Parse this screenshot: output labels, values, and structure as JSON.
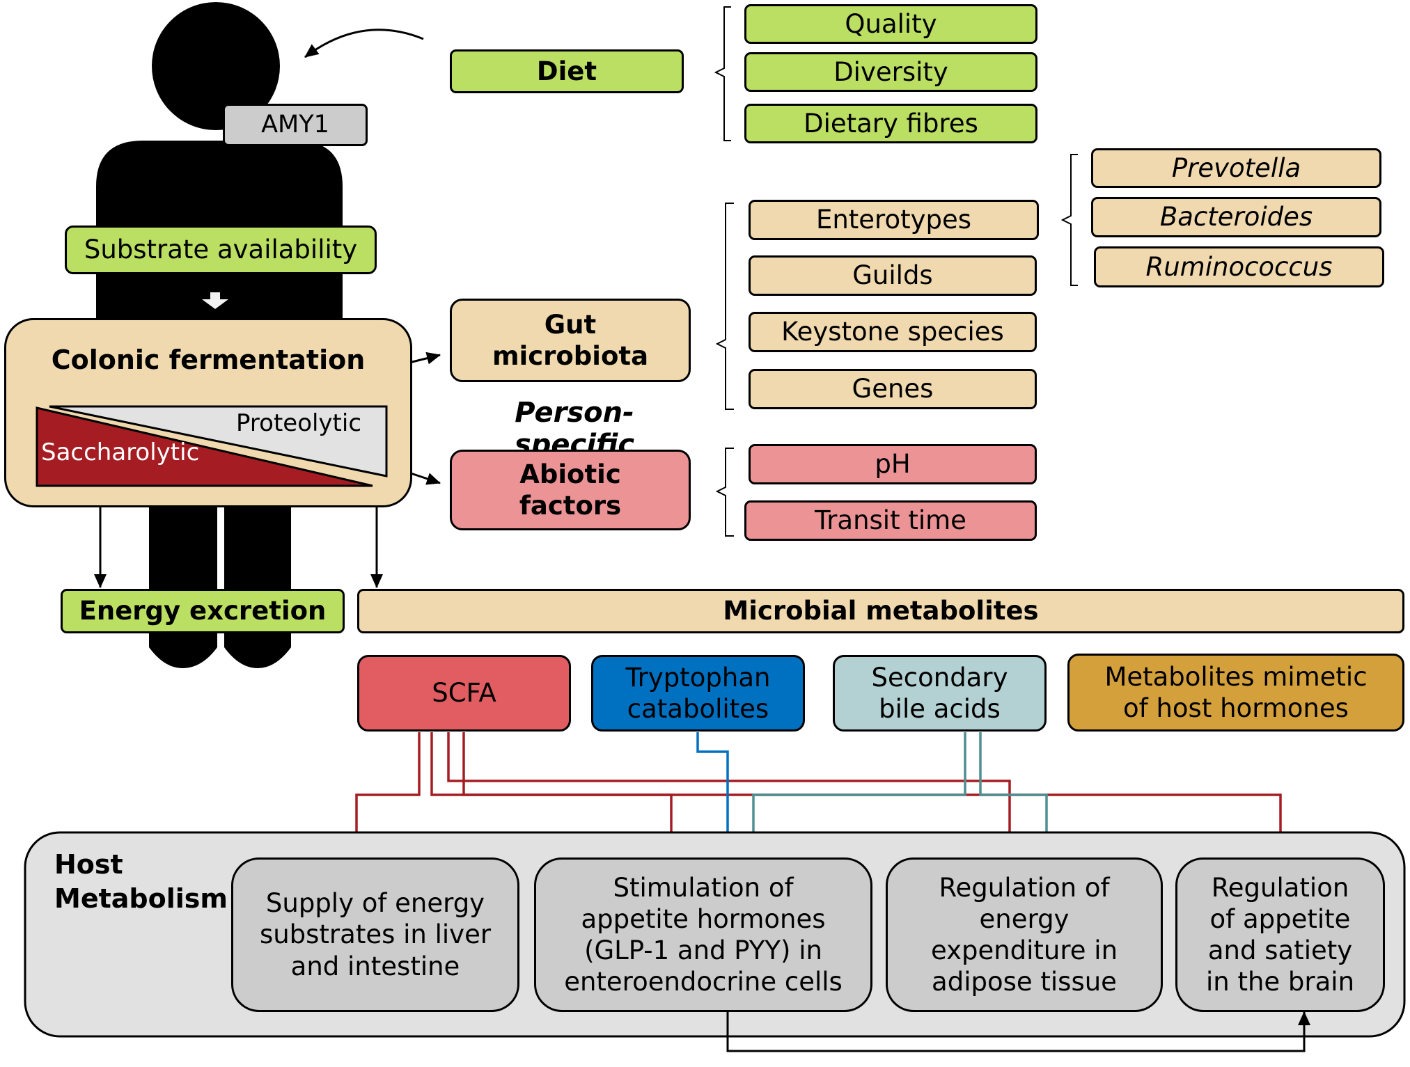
{
  "person": {
    "gene_label": "AMY1",
    "substrate_label": "Substrate availability",
    "colonic_title": "Colonic fermentation",
    "proteolytic_label": "Proteolytic",
    "saccharolytic_label": "Saccharolytic",
    "energy_excretion_label": "Energy excretion"
  },
  "factors": {
    "diet": {
      "label": "Diet",
      "items": [
        "Quality",
        "Diversity",
        "Dietary fibres"
      ]
    },
    "gut_microbiota": {
      "label_line1": "Gut",
      "label_line2": "microbiota",
      "items": [
        "Enterotypes",
        "Guilds",
        "Keystone species",
        "Genes"
      ],
      "enterotype_genera": [
        "Prevotella",
        "Bacteroides",
        "Ruminococcus"
      ]
    },
    "person_specific_label": "Person-specific",
    "abiotic": {
      "label_line1": "Abiotic",
      "label_line2": "factors",
      "items": [
        "pH",
        "Transit time"
      ]
    }
  },
  "metabolites": {
    "header": "Microbial metabolites",
    "items": [
      {
        "line1": "SCFA",
        "line2": "",
        "color": "#e15d61"
      },
      {
        "line1": "Tryptophan",
        "line2": "catabolites",
        "color": "#0070c0"
      },
      {
        "line1": "Secondary",
        "line2": "bile acids",
        "color": "#b3d0d2"
      },
      {
        "line1": "Metabolites mimetic",
        "line2": "of host hormones",
        "color": "#d4a03c"
      }
    ]
  },
  "host": {
    "title_line1": "Host",
    "title_line2": "Metabolism",
    "effects": [
      {
        "lines": [
          "Supply of energy",
          "substrates in liver",
          "and intestine"
        ]
      },
      {
        "lines": [
          "Stimulation of",
          "appetite hormones",
          "(GLP-1 and PYY) in",
          "enteroendocrine cells"
        ]
      },
      {
        "lines": [
          "Regulation of",
          "energy",
          "expenditure in",
          "adipose tissue"
        ]
      },
      {
        "lines": [
          "Regulation",
          "of appetite",
          "and satiety",
          "in the brain"
        ]
      }
    ]
  },
  "colors": {
    "green": "#bbdf62",
    "tan": "#f0d9ae",
    "pink": "#ec9396",
    "grey": "#cccccc",
    "host_bg": "#e1e1e1",
    "scfa_line": "#a51d23",
    "tryptophan_line": "#0070c0",
    "bile_line": "#4f8f91",
    "saccharolytic": "#a51d23",
    "proteolytic": "#e2e2e2"
  }
}
